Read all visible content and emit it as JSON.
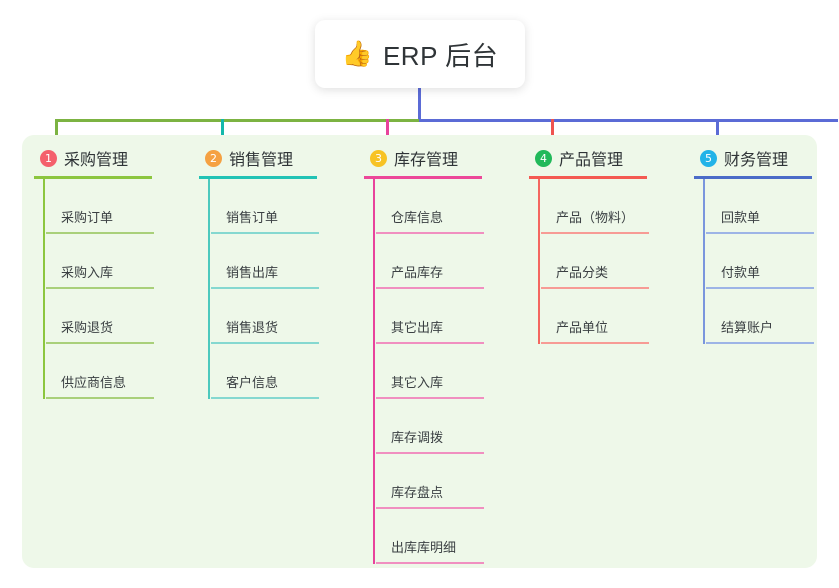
{
  "root": {
    "emoji": "👍",
    "emoji_name": "thumbs-up-icon",
    "title": "ERP 后台"
  },
  "canvas": {
    "panel_background": "#eef8e9",
    "page_background": "#ffffff"
  },
  "connectors": {
    "root_stem_color": "#5b6bd6",
    "bus_segments": [
      {
        "name": "green",
        "color": "#7cb342"
      },
      {
        "name": "teal",
        "color": "#14b8ab"
      },
      {
        "name": "blue",
        "color": "#5b6bd6"
      }
    ]
  },
  "columns": [
    {
      "index": "1",
      "title": "采购管理",
      "badge_color": "#f4606c",
      "rule_color": "#8cc63f",
      "spine_color": "#8cc63f",
      "leaf_rule_color": "#a9d07a",
      "items": [
        {
          "label": "采购订单"
        },
        {
          "label": "采购入库"
        },
        {
          "label": "采购退货"
        },
        {
          "label": "供应商信息"
        }
      ]
    },
    {
      "index": "2",
      "title": "销售管理",
      "badge_color": "#f5a142",
      "rule_color": "#22c3b5",
      "spine_color": "#4cc9bd",
      "leaf_rule_color": "#85d8d0",
      "items": [
        {
          "label": "销售订单"
        },
        {
          "label": "销售出库"
        },
        {
          "label": "销售退货"
        },
        {
          "label": "客户信息"
        }
      ]
    },
    {
      "index": "3",
      "title": "库存管理",
      "badge_color": "#f7c325",
      "rule_color": "#ec4899",
      "spine_color": "#e8439c",
      "leaf_rule_color": "#f08fc0",
      "items": [
        {
          "label": "仓库信息"
        },
        {
          "label": "产品库存"
        },
        {
          "label": "其它出库"
        },
        {
          "label": "其它入库"
        },
        {
          "label": "库存调拨"
        },
        {
          "label": "库存盘点"
        },
        {
          "label": "出库库明细"
        }
      ]
    },
    {
      "index": "4",
      "title": "产品管理",
      "badge_color": "#21b95a",
      "rule_color": "#f45a52",
      "spine_color": "#f4675f",
      "leaf_rule_color": "#f79b95",
      "items": [
        {
          "label": "产品（物料）"
        },
        {
          "label": "产品分类"
        },
        {
          "label": "产品单位"
        }
      ]
    },
    {
      "index": "5",
      "title": "财务管理",
      "badge_color": "#22b3e8",
      "rule_color": "#4b6cc8",
      "spine_color": "#7a96dd",
      "leaf_rule_color": "#9db4e6",
      "items": [
        {
          "label": "回款单"
        },
        {
          "label": "付款单"
        },
        {
          "label": "结算账户"
        }
      ]
    }
  ]
}
